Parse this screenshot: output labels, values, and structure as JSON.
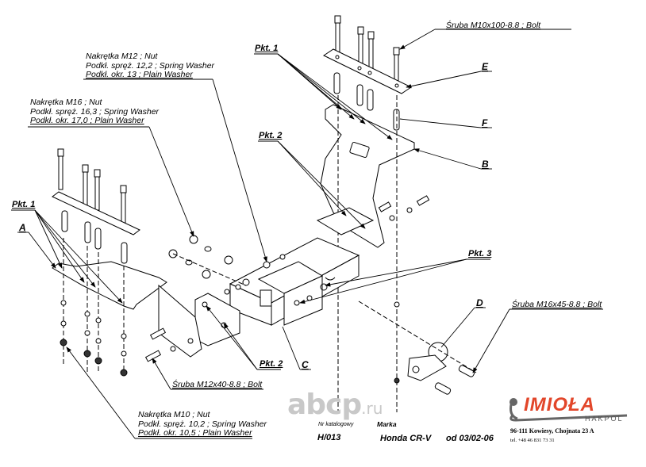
{
  "diagram": {
    "title": "Tow bar assembly drawing",
    "notes": {
      "nut_m12": [
        "Nakrętka  M12 ; Nut",
        "Podkł. spręż. 12,2 ; Spring Washer",
        "Podkł. okr. 13 ;  Plain Washer"
      ],
      "nut_m16": [
        "Nakrętka  M16 ; Nut",
        "Podkł. spręż. 16,3 ; Spring Washer",
        "Podkł. okr. 17,0 ;  Plain Washer"
      ],
      "nut_m10": [
        "Nakrętka  M10 ; Nut",
        "Podkł. spręż. 10,2 ; Spring Washer",
        "Podkł. okr. 10,5 ;  Plain Washer"
      ]
    },
    "bolts": {
      "m10x100": "Śruba M10x100-8.8 ;  Bolt",
      "m16x45": "Śruba M16x45-8.8 ;  Bolt",
      "m12x40": "Śruba M12x40-8.8 ;  Bolt"
    },
    "points": {
      "pkt1_top": "Pkt. 1",
      "pkt1_left": "Pkt. 1",
      "pkt2_top": "Pkt. 2",
      "pkt2_bottom": "Pkt. 2",
      "pkt3": "Pkt. 3"
    },
    "parts": {
      "A": "A",
      "B": "B",
      "C": "C",
      "D": "D",
      "E": "E",
      "F": "F"
    }
  },
  "title_block": {
    "catalog_label": "Nr katalogowy",
    "catalog_value": "H/013",
    "brand_label": "Marka",
    "brand_value": "Honda CR-V",
    "date_value": "od 03/02-06"
  },
  "company": {
    "logo_name": "IMIOŁA",
    "logo_sub": "HAKPOL",
    "address": "96-111 Kowiesy, Chojnata 23 A",
    "phone": "tel. +48 46 831 73 31",
    "accent_color": "#e2462a"
  },
  "watermark": {
    "text": "abcp",
    "suffix": ".ru"
  }
}
